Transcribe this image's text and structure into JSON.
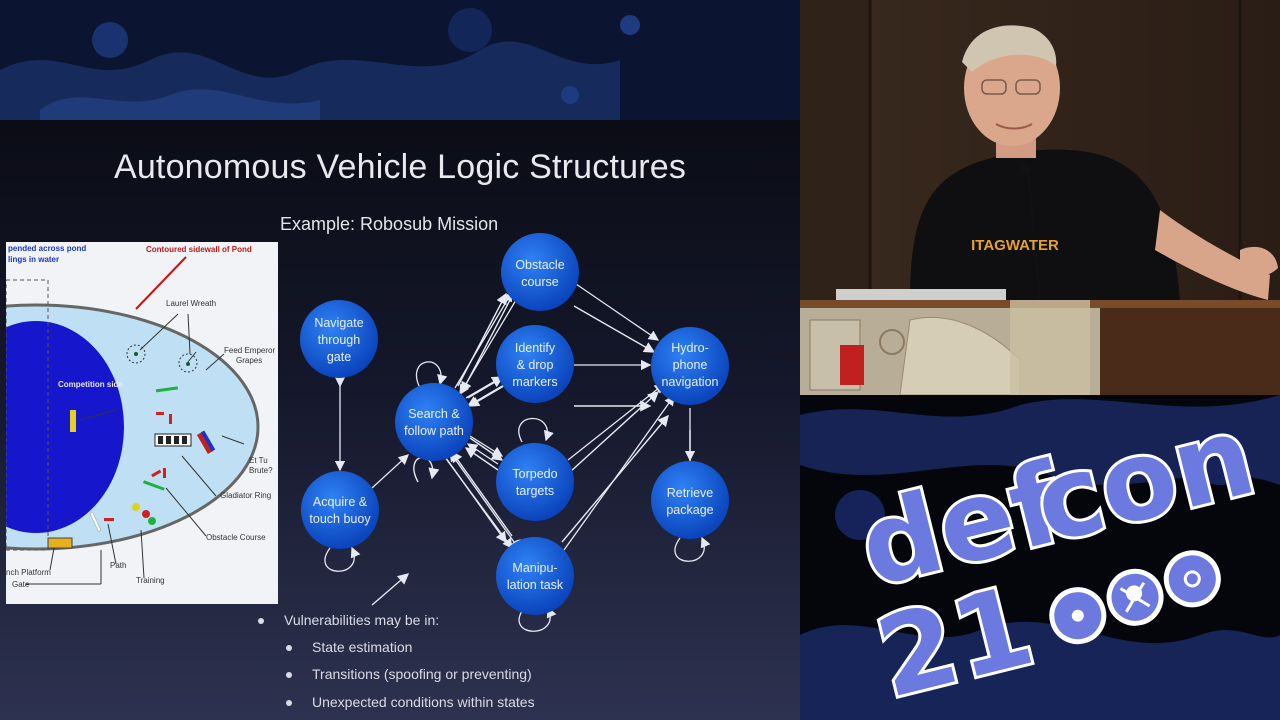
{
  "slide": {
    "title": "Autonomous Vehicle Logic Structures",
    "subtitle": "Example: Robosub Mission",
    "diagram": {
      "labels": {
        "top_left": "pended across pond",
        "top_left_2": "lings in water",
        "top_right": "Contoured sidewall of Pond",
        "laurel": "Laurel Wreath",
        "feed": "Feed Emperor",
        "grapes": "Grapes",
        "competition": "Competition side",
        "et_tu": "Et Tu",
        "brute": "Brute?",
        "gladiator": "Gladiator Ring",
        "obstacle": "Obstacle Course",
        "path": "Path",
        "training": "Training",
        "launch": "nch Platform",
        "gate": "Gate"
      }
    },
    "nodes": {
      "navigate": [
        "Navigate",
        "through",
        "gate"
      ],
      "acquire": [
        "Acquire &",
        "touch buoy"
      ],
      "search": [
        "Search &",
        "follow path"
      ],
      "obstacle": [
        "Obstacle",
        "course"
      ],
      "identify": [
        "Identify",
        "& drop",
        "markers"
      ],
      "torpedo": [
        "Torpedo",
        "targets"
      ],
      "manipulation": [
        "Manipu-",
        "lation task"
      ],
      "hydrophone": [
        "Hydro-",
        "phone",
        "navigation"
      ],
      "retrieve": [
        "Retrieve",
        "package"
      ]
    },
    "bullets": {
      "main": "Vulnerabilities may be in:",
      "sub": [
        "State estimation",
        "Transitions (spoofing or preventing)",
        "Unexpected conditions within states"
      ]
    }
  },
  "logo": {
    "line1": "def",
    "line2": "con",
    "number": "21"
  },
  "speaker": {
    "shirt_text": "ITAGWATER"
  },
  "colors": {
    "node_blue": "#1a5fd6",
    "logo_blue": "#6c7ae0",
    "slide_text": "#e8e8ee"
  }
}
